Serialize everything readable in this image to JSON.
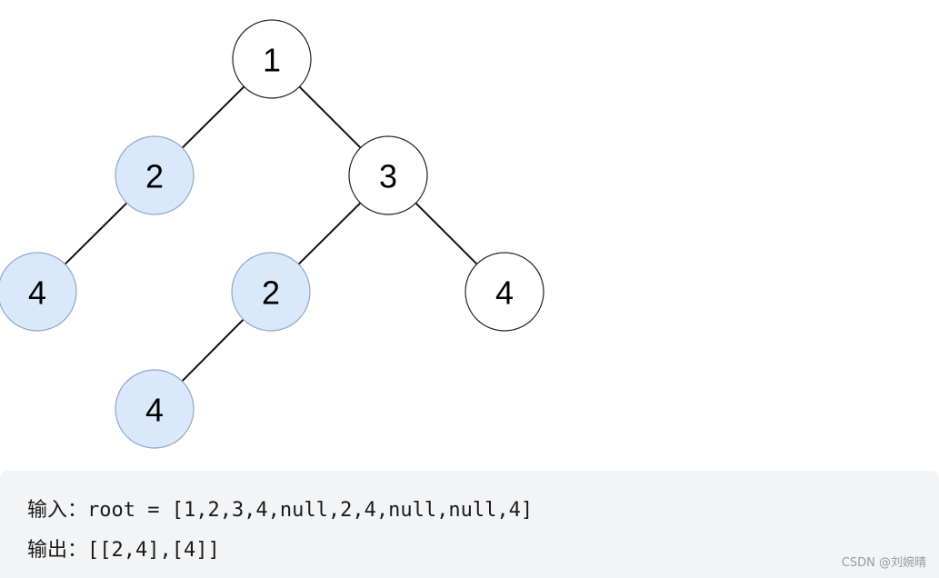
{
  "tree": {
    "nodes": [
      {
        "id": "n1",
        "value": "1",
        "highlighted": false
      },
      {
        "id": "n2",
        "value": "2",
        "highlighted": true
      },
      {
        "id": "n3",
        "value": "3",
        "highlighted": false
      },
      {
        "id": "n4",
        "value": "4",
        "highlighted": true
      },
      {
        "id": "n5",
        "value": "2",
        "highlighted": true
      },
      {
        "id": "n6",
        "value": "4",
        "highlighted": false
      },
      {
        "id": "n7",
        "value": "4",
        "highlighted": true
      }
    ],
    "edges": [
      [
        "n1",
        "n2"
      ],
      [
        "n1",
        "n3"
      ],
      [
        "n2",
        "n4"
      ],
      [
        "n3",
        "n5"
      ],
      [
        "n3",
        "n6"
      ],
      [
        "n5",
        "n7"
      ]
    ],
    "colors": {
      "highlight_fill": "#dae8fc",
      "highlight_stroke": "#8fa7c8",
      "normal_fill": "#ffffff",
      "normal_stroke": "#222222",
      "edge": "#111111"
    }
  },
  "example": {
    "input_line": "输入：root = [1,2,3,4,null,2,4,null,null,4]",
    "output_line": "输出：[[2,4],[4]]"
  },
  "watermark": "CSDN @刘婉晴"
}
